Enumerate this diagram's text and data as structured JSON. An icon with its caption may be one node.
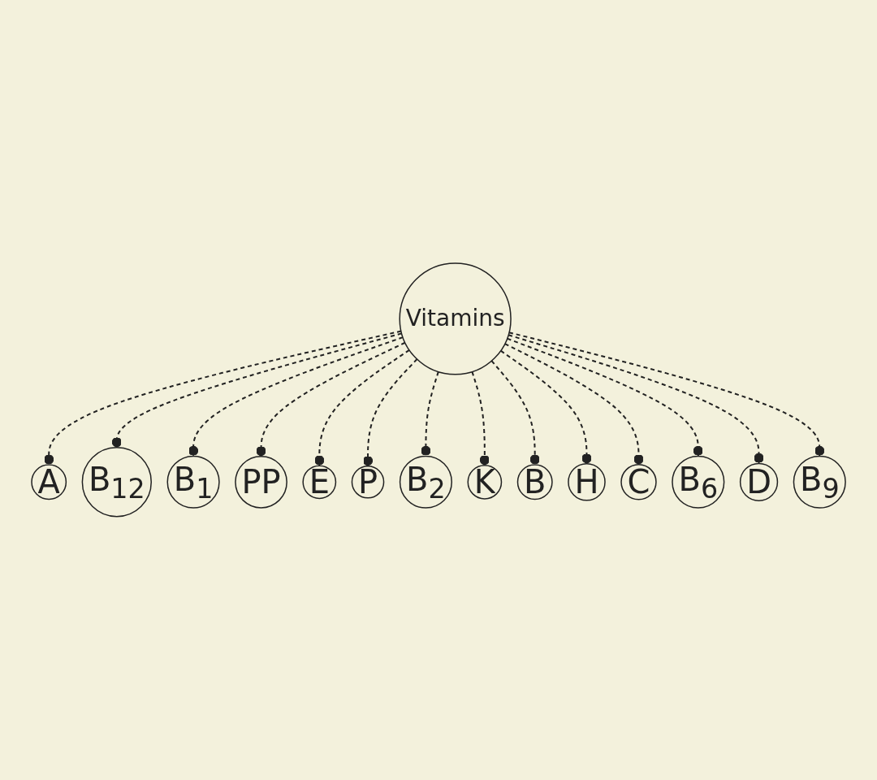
{
  "diagram": {
    "nodes": [
      {
        "text": [
          "Vitamins"
        ]
      },
      {
        "text": [
          "A"
        ]
      },
      {
        "text": [
          "B$_{12}$"
        ]
      },
      {
        "text": [
          "B$_{1}$"
        ]
      },
      {
        "text": [
          "PP"
        ]
      },
      {
        "text": [
          "E"
        ]
      },
      {
        "text": [
          "P"
        ]
      },
      {
        "text": [
          "B$_{2}$"
        ]
      },
      {
        "text": [
          "K"
        ]
      },
      {
        "text": [
          "B"
        ]
      },
      {
        "text": [
          "H"
        ]
      },
      {
        "text": [
          "C"
        ]
      },
      {
        "text": [
          "B$_{6}$"
        ]
      },
      {
        "text": [
          "D"
        ]
      },
      {
        "text": [
          "B$_{9}$"
        ]
      }
    ],
    "edges": [
      {
        "from": 0,
        "to": 1,
        "arrow": "other",
        "style": "dashed"
      },
      {
        "from": 0,
        "to": 2,
        "arrow": "other",
        "style": "dashed"
      },
      {
        "from": 0,
        "to": 3,
        "arrow": "other",
        "style": "dashed"
      },
      {
        "from": 0,
        "to": 4,
        "arrow": "other",
        "style": "dashed"
      },
      {
        "from": 0,
        "to": 5,
        "arrow": "other",
        "style": "dashed"
      },
      {
        "from": 0,
        "to": 6,
        "arrow": "other",
        "style": "dashed"
      },
      {
        "from": 0,
        "to": 7,
        "arrow": "other",
        "style": "dashed"
      },
      {
        "from": 0,
        "to": 8,
        "arrow": "other",
        "style": "dashed"
      },
      {
        "from": 0,
        "to": 9,
        "arrow": "other",
        "style": "dashed"
      },
      {
        "from": 0,
        "to": 10,
        "arrow": "other",
        "style": "dashed"
      },
      {
        "from": 0,
        "to": 11,
        "arrow": "other",
        "style": "dashed"
      },
      {
        "from": 0,
        "to": 12,
        "arrow": "other",
        "style": "dashed"
      },
      {
        "from": 0,
        "to": 13,
        "arrow": "other",
        "style": "dashed"
      },
      {
        "from": 0,
        "to": 14,
        "arrow": "other",
        "style": "dashed"
      }
    ]
  }
}
